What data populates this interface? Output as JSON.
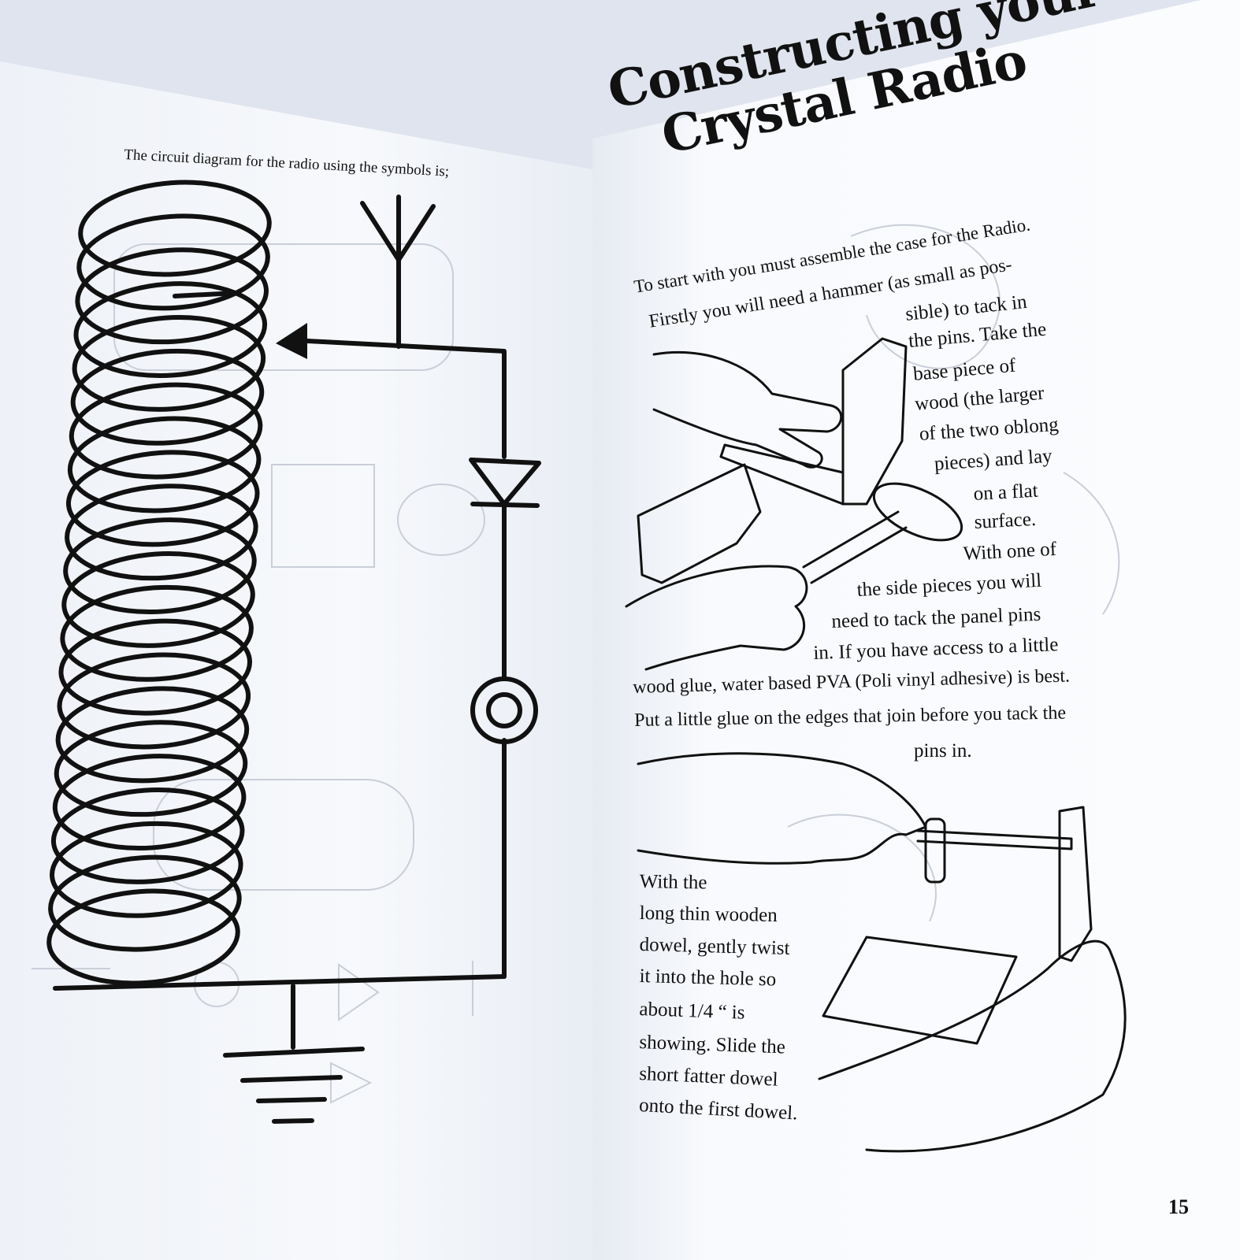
{
  "left_page": {
    "caption": "The circuit diagram for the radio using the symbols is;"
  },
  "right_page": {
    "title_line1": "Constructing your",
    "title_line2": "Crystal Radio",
    "paragraph1": [
      "To start with you must assemble the case for the Radio.",
      "Firstly you will need a hammer (as small as pos-",
      "sible) to tack in",
      "the pins. Take the",
      "base piece of",
      "wood (the larger",
      "of the two oblong",
      "pieces) and lay",
      "on a flat",
      "surface.",
      "With one of",
      "the side pieces you will",
      "need to tack the panel pins",
      "in. If you have access to a little",
      "wood glue, water based PVA (Poli vinyl adhesive) is best.",
      "Put a little glue on the edges that join before you tack the",
      "pins in."
    ],
    "paragraph2": [
      "With the",
      "long thin wooden",
      "dowel, gently twist",
      "it into the hole so",
      "about 1/4 “ is",
      "showing. Slide the",
      "short fatter dowel",
      "onto the first dowel."
    ],
    "page_number": "15"
  },
  "colors": {
    "ink": "#111111",
    "paper": "#f6f8fc",
    "background": "#dfe4ee",
    "bleed_through": "#c9ced8"
  }
}
